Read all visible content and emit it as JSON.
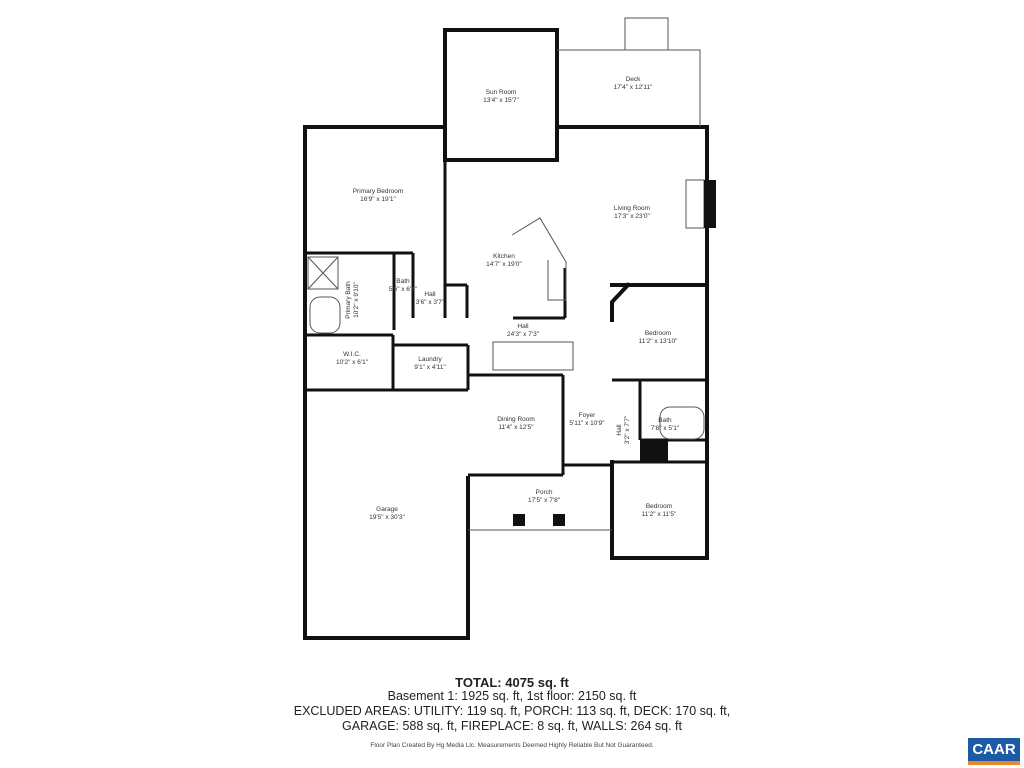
{
  "rooms": {
    "sun_room": {
      "name": "Sun Room",
      "dims": "13'4\" x 15'7\""
    },
    "deck": {
      "name": "Deck",
      "dims": "17'4\" x 12'11\""
    },
    "primary_bedroom": {
      "name": "Primary Bedroom",
      "dims": "16'9\" x 19'1\""
    },
    "living_room": {
      "name": "Living Room",
      "dims": "17'3\" x 23'0\""
    },
    "kitchen": {
      "name": "Kitchen",
      "dims": "14'7\" x 19'0\""
    },
    "primary_bath": {
      "name": "Primary Bath",
      "dims": "10'2\" x 9'10\""
    },
    "bath_1": {
      "name": "Bath",
      "dims": "5'5\" x 6'4\""
    },
    "hall_1": {
      "name": "Hall",
      "dims": "3'6\" x 3'7\""
    },
    "hall_2": {
      "name": "Hall",
      "dims": "24'3\" x 7'3\""
    },
    "bedroom_1": {
      "name": "Bedroom",
      "dims": "11'2\" x 13'10\""
    },
    "wic": {
      "name": "W.I.C.",
      "dims": "10'2\" x 6'1\""
    },
    "laundry": {
      "name": "Laundry",
      "dims": "9'1\" x 4'11\""
    },
    "dining_room": {
      "name": "Dining Room",
      "dims": "11'4\" x 12'5\""
    },
    "foyer": {
      "name": "Foyer",
      "dims": "5'11\" x 10'9\""
    },
    "hall_3": {
      "name": "Hall",
      "dims": "3'2\" x 7'7\""
    },
    "bath_2": {
      "name": "Bath",
      "dims": "7'8\" x 5'1\""
    },
    "garage": {
      "name": "Garage",
      "dims": "19'5\" x 30'3\""
    },
    "porch": {
      "name": "Porch",
      "dims": "17'5\" x 7'8\""
    },
    "bedroom_2": {
      "name": "Bedroom",
      "dims": "11'2\" x 11'5\""
    }
  },
  "summary": {
    "total": "TOTAL: 4075 sq. ft",
    "line1": "Basement 1: 1925 sq. ft, 1st floor: 2150 sq. ft",
    "line2": "EXCLUDED AREAS: UTILITY: 119 sq. ft, PORCH: 113 sq. ft, DECK: 170 sq. ft,",
    "line3": "GARAGE: 588 sq. ft, FIREPLACE: 8 sq. ft, WALLS: 264 sq. ft",
    "disclaimer": "Floor Plan Created By Hg Media Llc. Measurements Deemed Highly Reliable But Not Guaranteed."
  },
  "logo": {
    "text": "CAAR",
    "color": "#1c5aa6",
    "accent": "#e8892b"
  }
}
